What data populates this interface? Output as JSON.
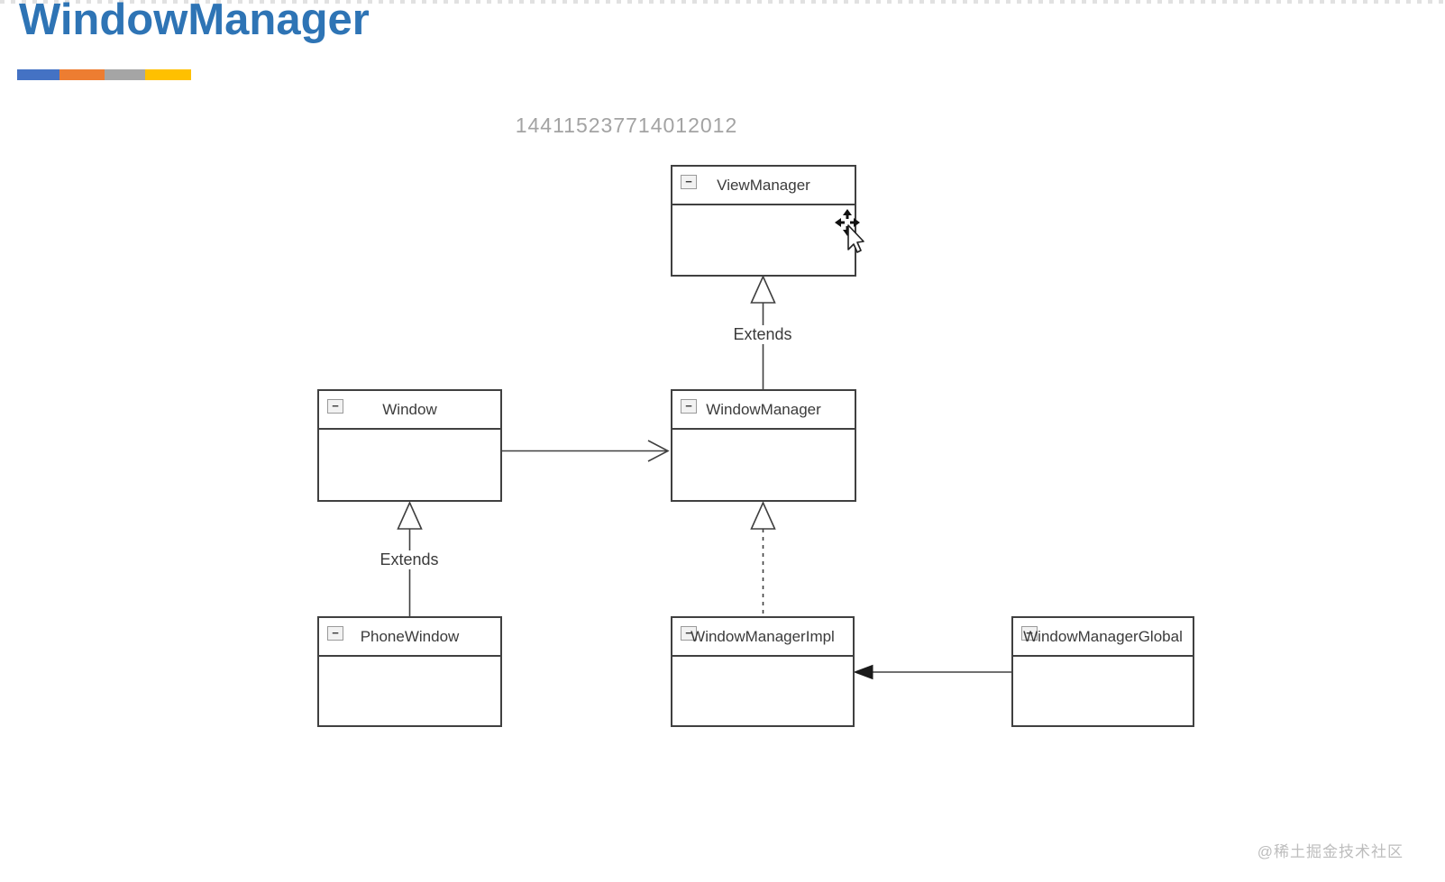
{
  "page": {
    "title": "WindowManager",
    "title_color": "#2e74b5",
    "accent_bars": [
      "#4472c4",
      "#ed7d31",
      "#a5a5a5",
      "#ffc000"
    ],
    "slide_number": "144115237714012012",
    "watermark": "@稀土掘金技术社区"
  },
  "diagram": {
    "collapse_icon": "−",
    "nodes": [
      {
        "id": "viewmanager",
        "label": "ViewManager"
      },
      {
        "id": "window",
        "label": "Window"
      },
      {
        "id": "windowmanager",
        "label": "WindowManager"
      },
      {
        "id": "phonewindow",
        "label": "PhoneWindow"
      },
      {
        "id": "windowmanagerimpl",
        "label": "WindowManagerImpl"
      },
      {
        "id": "windowmanagerglobal",
        "label": "WindowManagerGlobal"
      }
    ],
    "edges": [
      {
        "from": "WindowManager",
        "to": "ViewManager",
        "type": "generalization-solid-hollow-triangle",
        "label": "Extends"
      },
      {
        "from": "PhoneWindow",
        "to": "Window",
        "type": "generalization-solid-hollow-triangle",
        "label": "Extends"
      },
      {
        "from": "WindowManagerImpl",
        "to": "WindowManager",
        "type": "realization-dashed-hollow-triangle",
        "label": ""
      },
      {
        "from": "Window",
        "to": "WindowManager",
        "type": "association-open-arrow",
        "label": ""
      },
      {
        "from": "WindowManagerGlobal",
        "to": "WindowManagerImpl",
        "type": "association-filled-arrow",
        "label": ""
      }
    ]
  }
}
